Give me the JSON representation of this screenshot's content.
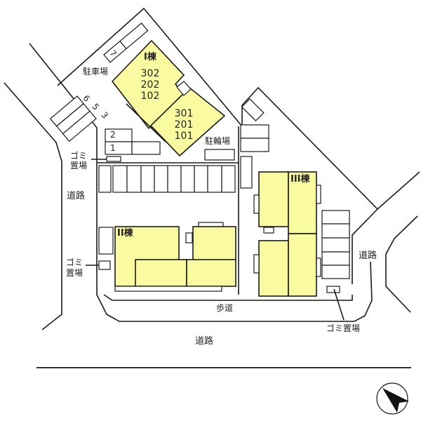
{
  "colors": {
    "building_fill": "#fafaa0",
    "line": "#1a1a1a",
    "background": "#ffffff"
  },
  "buildings": [
    {
      "name": "I棟",
      "units_upper": [
        "302",
        "202",
        "102"
      ],
      "units_lower": [
        "301",
        "201",
        "101"
      ]
    },
    {
      "name": "II棟"
    },
    {
      "name": "III棟"
    }
  ],
  "parking": {
    "label": "駐車場",
    "slots": [
      "7",
      "6",
      "5",
      "3",
      "2",
      "1"
    ]
  },
  "bicycle_parking": {
    "label": "駐輪場"
  },
  "garbage": [
    {
      "label_line1": "ゴミ",
      "label_line2": "置場"
    },
    {
      "label_line1": "ゴミ",
      "label_line2": "置場"
    },
    {
      "label": "ゴミ置場"
    }
  ],
  "roads": {
    "west": "道路",
    "east": "道路",
    "south": "道路",
    "sidewalk": "歩道"
  },
  "compass": {
    "icon": "north-arrow-icon"
  }
}
